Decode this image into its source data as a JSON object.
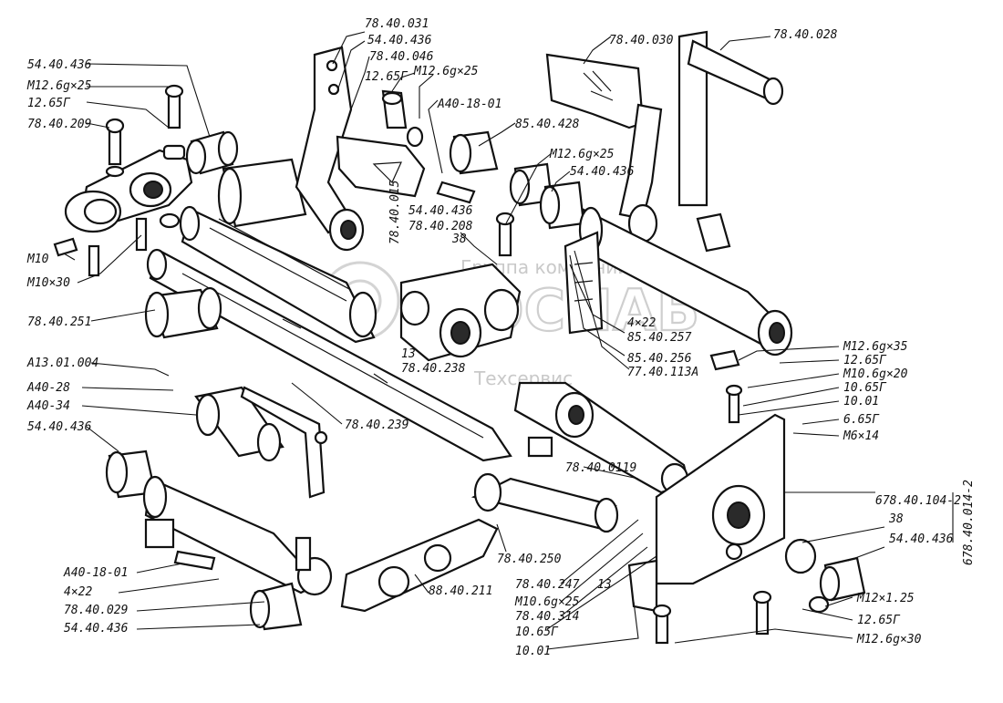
{
  "watermark": {
    "top": "Группа компаний",
    "main": "ГЕОСНАБ",
    "sub": "Техсервис"
  },
  "labels": {
    "l01": "78.40.031",
    "l02": "54.40.436",
    "l03": "78.40.046",
    "l04": "12.65Г",
    "l05": "М12.6g×25",
    "l06": "А40-18-01",
    "l07": "78.40.030",
    "l08": "78.40.028",
    "l09": "54.40.436",
    "l10": "М12.6g×25",
    "l11": "12.65Г",
    "l12": "78.40.209",
    "l13": "85.40.428",
    "l14": "М12.6g×25",
    "l15": "54.40.436",
    "l16": "М10",
    "l17": "М10×30",
    "l18": "78.40.251",
    "l19": "54.40.436",
    "l20": "78.40.208",
    "l21": "38",
    "l22": "78.40.015",
    "l23": "4×22",
    "l24": "85.40.257",
    "l25": "85.40.256",
    "l26": "77.40.113А",
    "l27": "13",
    "l28": "78.40.238",
    "l29": "А13.01.004",
    "l30": "А40-28",
    "l31": "А40-34",
    "l32": "54.40.436",
    "l33": "78.40.239",
    "l34": "М12.6g×35",
    "l35": "12.65Г",
    "l36": "М10.6g×20",
    "l37": "10.65Г",
    "l38": "10.01",
    "l39": "6.65Г",
    "l40": "М6×14",
    "l41": "78.40.0119",
    "l42": "678.40.104-2",
    "l43": "678.40.014-2",
    "l44": "38",
    "l45": "54.40.436",
    "l46": "А40-18-01",
    "l47": "4×22",
    "l48": "78.40.029",
    "l49": "54.40.436",
    "l50": "78.40.250",
    "l51": "88.40.211",
    "l52": "78.40.247",
    "l53": "М10.6g×25",
    "l54": "78.40.314",
    "l55": "10.65Г",
    "l56": "10.01",
    "l57": "М12×1.25",
    "l58": "12.65Г",
    "l59": "М12.6g×30",
    "l60": "13"
  }
}
